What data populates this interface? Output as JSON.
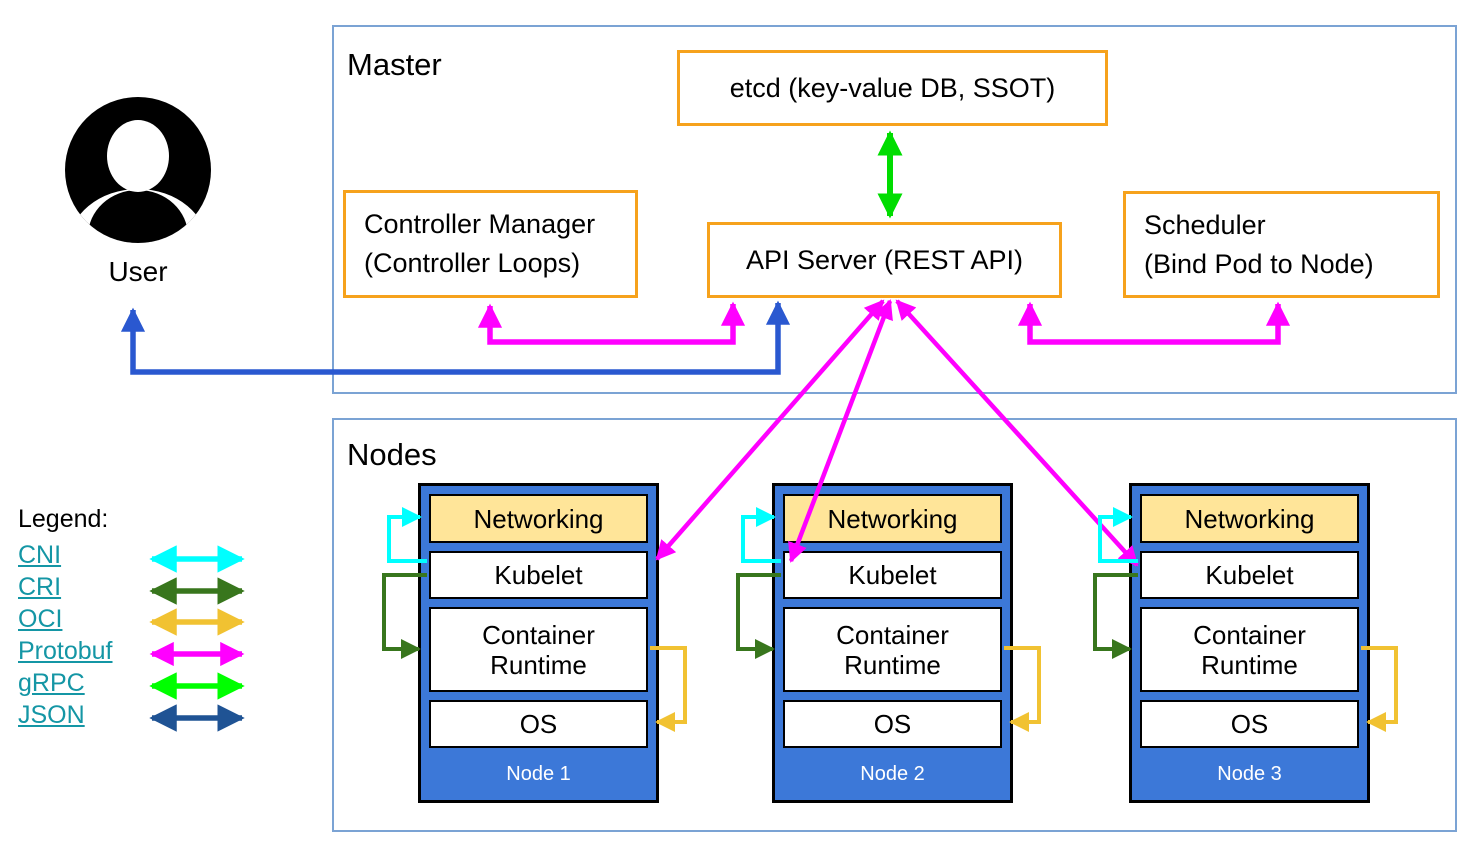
{
  "user": {
    "label": "User"
  },
  "master": {
    "title": "Master",
    "etcd_label": "etcd (key-value DB, SSOT)",
    "controller_manager": {
      "line1": "Controller Manager",
      "line2": "(Controller Loops)"
    },
    "api_server_label": "API Server (REST API)",
    "scheduler": {
      "line1": "Scheduler",
      "line2": "(Bind Pod to Node)"
    }
  },
  "nodes_section": {
    "title": "Nodes",
    "nodes": [
      {
        "name": "Node 1",
        "layers": [
          "Networking",
          "Kubelet",
          "Container Runtime",
          "OS"
        ]
      },
      {
        "name": "Node 2",
        "layers": [
          "Networking",
          "Kubelet",
          "Container Runtime",
          "OS"
        ]
      },
      {
        "name": "Node 3",
        "layers": [
          "Networking",
          "Kubelet",
          "Container Runtime",
          "OS"
        ]
      }
    ]
  },
  "legend": {
    "title": "Legend:",
    "items": [
      {
        "label": "CNI",
        "color": "#00ffff"
      },
      {
        "label": "CRI",
        "color": "#38761d"
      },
      {
        "label": "OCI",
        "color": "#f1c232"
      },
      {
        "label": "Protobuf",
        "color": "#ff00ff"
      },
      {
        "label": "gRPC",
        "color": "#00ff00"
      },
      {
        "label": "JSON",
        "color": "#1f5394"
      }
    ]
  },
  "colors": {
    "container_border": "#7ba3d4",
    "box_border_orange": "#f6a21c",
    "node_blue": "#3c78d8",
    "networking_fill": "#ffe599",
    "cni": "#00ffff",
    "cri": "#38761d",
    "oci": "#f1c232",
    "protobuf": "#ff00ff",
    "grpc": "#00dd00",
    "json": "#1f5394",
    "user_arrow_blue": "#2a58d0",
    "legend_link_teal": "#1496a5",
    "icon_black": "#000000"
  }
}
